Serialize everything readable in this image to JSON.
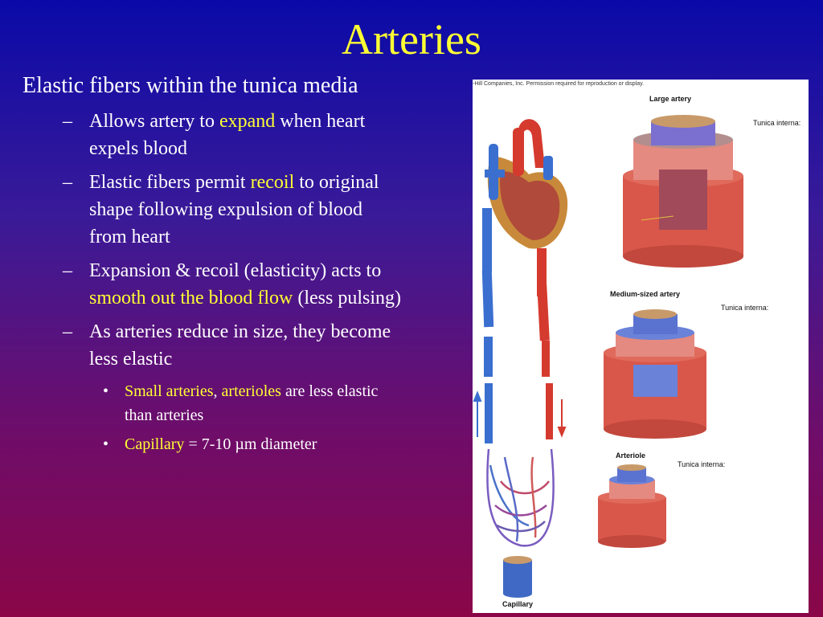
{
  "slide": {
    "title": "Arteries",
    "bullet_main": "Elastic fibers within the tunica media",
    "sub1": {
      "pre": "Allows artery to ",
      "hl": "expand",
      "post": " when heart expels blood"
    },
    "sub2": {
      "pre": "Elastic fibers permit ",
      "hl": "recoil",
      "post": " to original shape following expulsion of blood from heart"
    },
    "sub3": {
      "pre": "Expansion & recoil (elasticity) acts to ",
      "hl": "smooth out the blood flow",
      "post": " (less pulsing)"
    },
    "sub4": "As arteries reduce in size, they become less elastic",
    "subsub1": {
      "hl1": "Small arteries",
      "sep": ", ",
      "hl2": "arterioles",
      "post": " are less elastic than arteries"
    },
    "subsub2": {
      "hl": "Capillary",
      "post": " = 7-10 µm diameter"
    },
    "dash": "–",
    "bullet_dot": "•"
  },
  "figure": {
    "copyright": "-Hill Companies, Inc. Permission required for reproduction or display.",
    "large_artery": "Large artery",
    "medium_artery": "Medium-sized artery",
    "arteriole": "Arteriole",
    "capillary": "Capillary",
    "tunica_1": "Tunica interna:",
    "tunica_2": "Tunica interna:",
    "tunica_3": "Tunica interna:"
  },
  "colors": {
    "highlight": "#ffff33",
    "artery_red": "#d94a3a",
    "vein_blue": "#3a6fd0"
  }
}
